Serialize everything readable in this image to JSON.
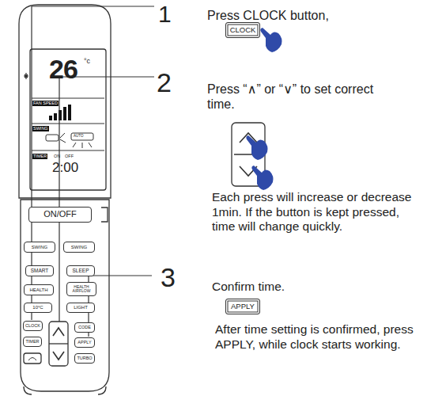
{
  "diagram": {
    "nodes": [
      {
        "text": [
          "ON/OFF"
        ]
      },
      {
        "text": [
          "SWING"
        ]
      },
      {
        "text": [
          "SWING"
        ]
      },
      {
        "text": [
          "SMART"
        ]
      },
      {
        "text": [
          "SLEEP"
        ]
      },
      {
        "text": [
          "HEALTH"
        ]
      },
      {
        "text": [
          "HEALTH AIRFLOW"
        ]
      },
      {
        "text": [
          "10°C"
        ]
      },
      {
        "text": [
          "LIGHT"
        ]
      },
      {
        "text": [
          "CLOCK"
        ]
      },
      {
        "text": [
          "TIMER"
        ]
      },
      {
        "text": [
          "CODE"
        ]
      },
      {
        "text": [
          "APPLY"
        ]
      },
      {
        "text": [
          "TURBO"
        ]
      },
      {
        "text": [
          "CLOCK"
        ]
      },
      {
        "text": [
          "APPLY"
        ]
      }
    ],
    "labels": [
      "1",
      "Press CLOCK button,",
      "2",
      "Press “∧” or “∨” to set correct time.",
      "Each press will increase or decrease 1min. If the button is kept pressed, time will change quickly.",
      "3",
      "Confirm time.",
      "After time setting is confirmed, press APPLY, while clock starts working.",
      "26",
      "°c",
      "FAN SPEED",
      "SWING",
      "AUTO",
      "TIMER",
      "ON",
      "OFF",
      "2:00"
    ]
  }
}
